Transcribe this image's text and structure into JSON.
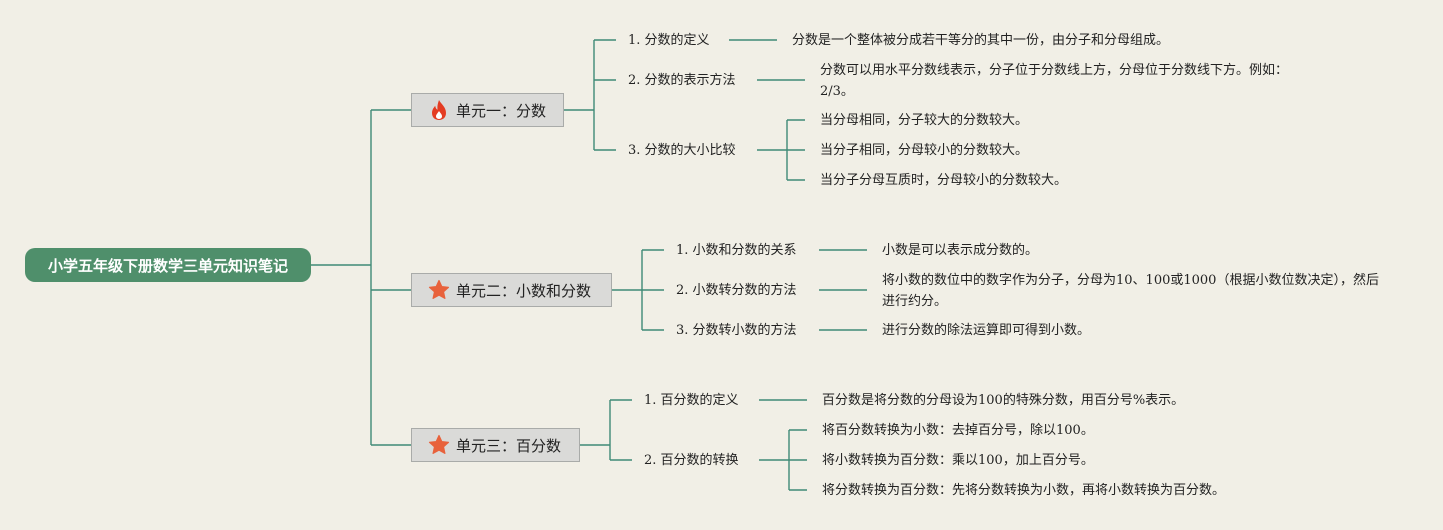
{
  "root": {
    "title": "小学五年级下册数学三单元知识笔记"
  },
  "unit1": {
    "title": "单元一：分数",
    "icon": "fire-icon",
    "topics": {
      "t1": {
        "label": "1. 分数的定义",
        "details": [
          "分数是一个整体被分成若干等分的其中一份，由分子和分母组成。"
        ]
      },
      "t2": {
        "label": "2. 分数的表示方法",
        "details": [
          "分数可以用水平分数线表示，分子位于分数线上方，分母位于分数线下方。例如：2/3。"
        ]
      },
      "t3": {
        "label": "3. 分数的大小比较",
        "details": [
          "当分母相同，分子较大的分数较大。",
          "当分子相同，分母较小的分数较大。",
          "当分子分母互质时，分母较小的分数较大。"
        ]
      }
    }
  },
  "unit2": {
    "title": "单元二：小数和分数",
    "icon": "star-icon",
    "topics": {
      "t1": {
        "label": "1. 小数和分数的关系",
        "details": [
          "小数是可以表示成分数的。"
        ]
      },
      "t2": {
        "label": "2. 小数转分数的方法",
        "details": [
          "将小数的数位中的数字作为分子，分母为10、100或1000（根据小数位数决定），然后进行约分。"
        ]
      },
      "t3": {
        "label": "3. 分数转小数的方法",
        "details": [
          "进行分数的除法运算即可得到小数。"
        ]
      }
    }
  },
  "unit3": {
    "title": "单元三：百分数",
    "icon": "star-icon",
    "topics": {
      "t1": {
        "label": "1. 百分数的定义",
        "details": [
          "百分数是将分数的分母设为100的特殊分数，用百分号%表示。"
        ]
      },
      "t2": {
        "label": "2. 百分数的转换",
        "details": [
          "将百分数转换为小数：去掉百分号，除以100。",
          "将小数转换为百分数：乘以100，加上百分号。",
          "将分数转换为百分数：先将分数转换为小数，再将小数转换为百分数。"
        ]
      }
    }
  },
  "colors": {
    "background": "#f1efe6",
    "root_fill": "#4f8f6b",
    "connector": "#3f8a76",
    "unit_fill": "#dadad8",
    "fire": "#e43c22",
    "star": "#e8623c"
  }
}
